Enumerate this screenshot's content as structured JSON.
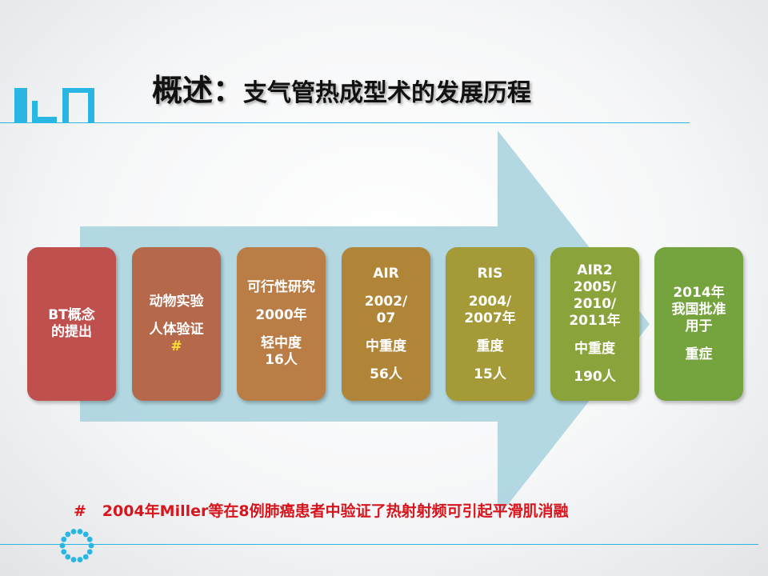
{
  "slide": {
    "title_main": "概述：",
    "title_sub": "支气管热成型术的发展历程"
  },
  "timeline": [
    {
      "lines": [
        "BT概念",
        "的提出"
      ],
      "color": "#c0504d"
    },
    {
      "lines": [
        "动物实验",
        "人体验证"
      ],
      "mark": "#",
      "color": "#b5694a"
    },
    {
      "lines": [
        "可行性研究",
        "2000年",
        "轻中度",
        "16人"
      ],
      "color": "#ba7d45"
    },
    {
      "lines": [
        "AIR",
        "2002/",
        "07",
        "中重度",
        "56人"
      ],
      "color": "#b08538"
    },
    {
      "lines": [
        "RIS",
        "2004/",
        "2007年",
        "重度",
        "15人"
      ],
      "color": "#a59a38"
    },
    {
      "lines": [
        "AIR2",
        "2005/",
        "2010/",
        "2011年",
        "中重度",
        "190人"
      ],
      "color": "#8aa33a"
    },
    {
      "lines": [
        "2014年",
        "我国批准",
        "用于",
        "重症"
      ],
      "color": "#75a33e"
    }
  ],
  "footnote": {
    "mark": "#",
    "text": "2004年Miller等在8例肺癌患者中验证了热射射频可引起平滑肌消融"
  },
  "colors": {
    "accent": "#29b6e3",
    "arrow": "#abd4df",
    "footnote": "#d8141c",
    "highlight": "#ffe033"
  }
}
